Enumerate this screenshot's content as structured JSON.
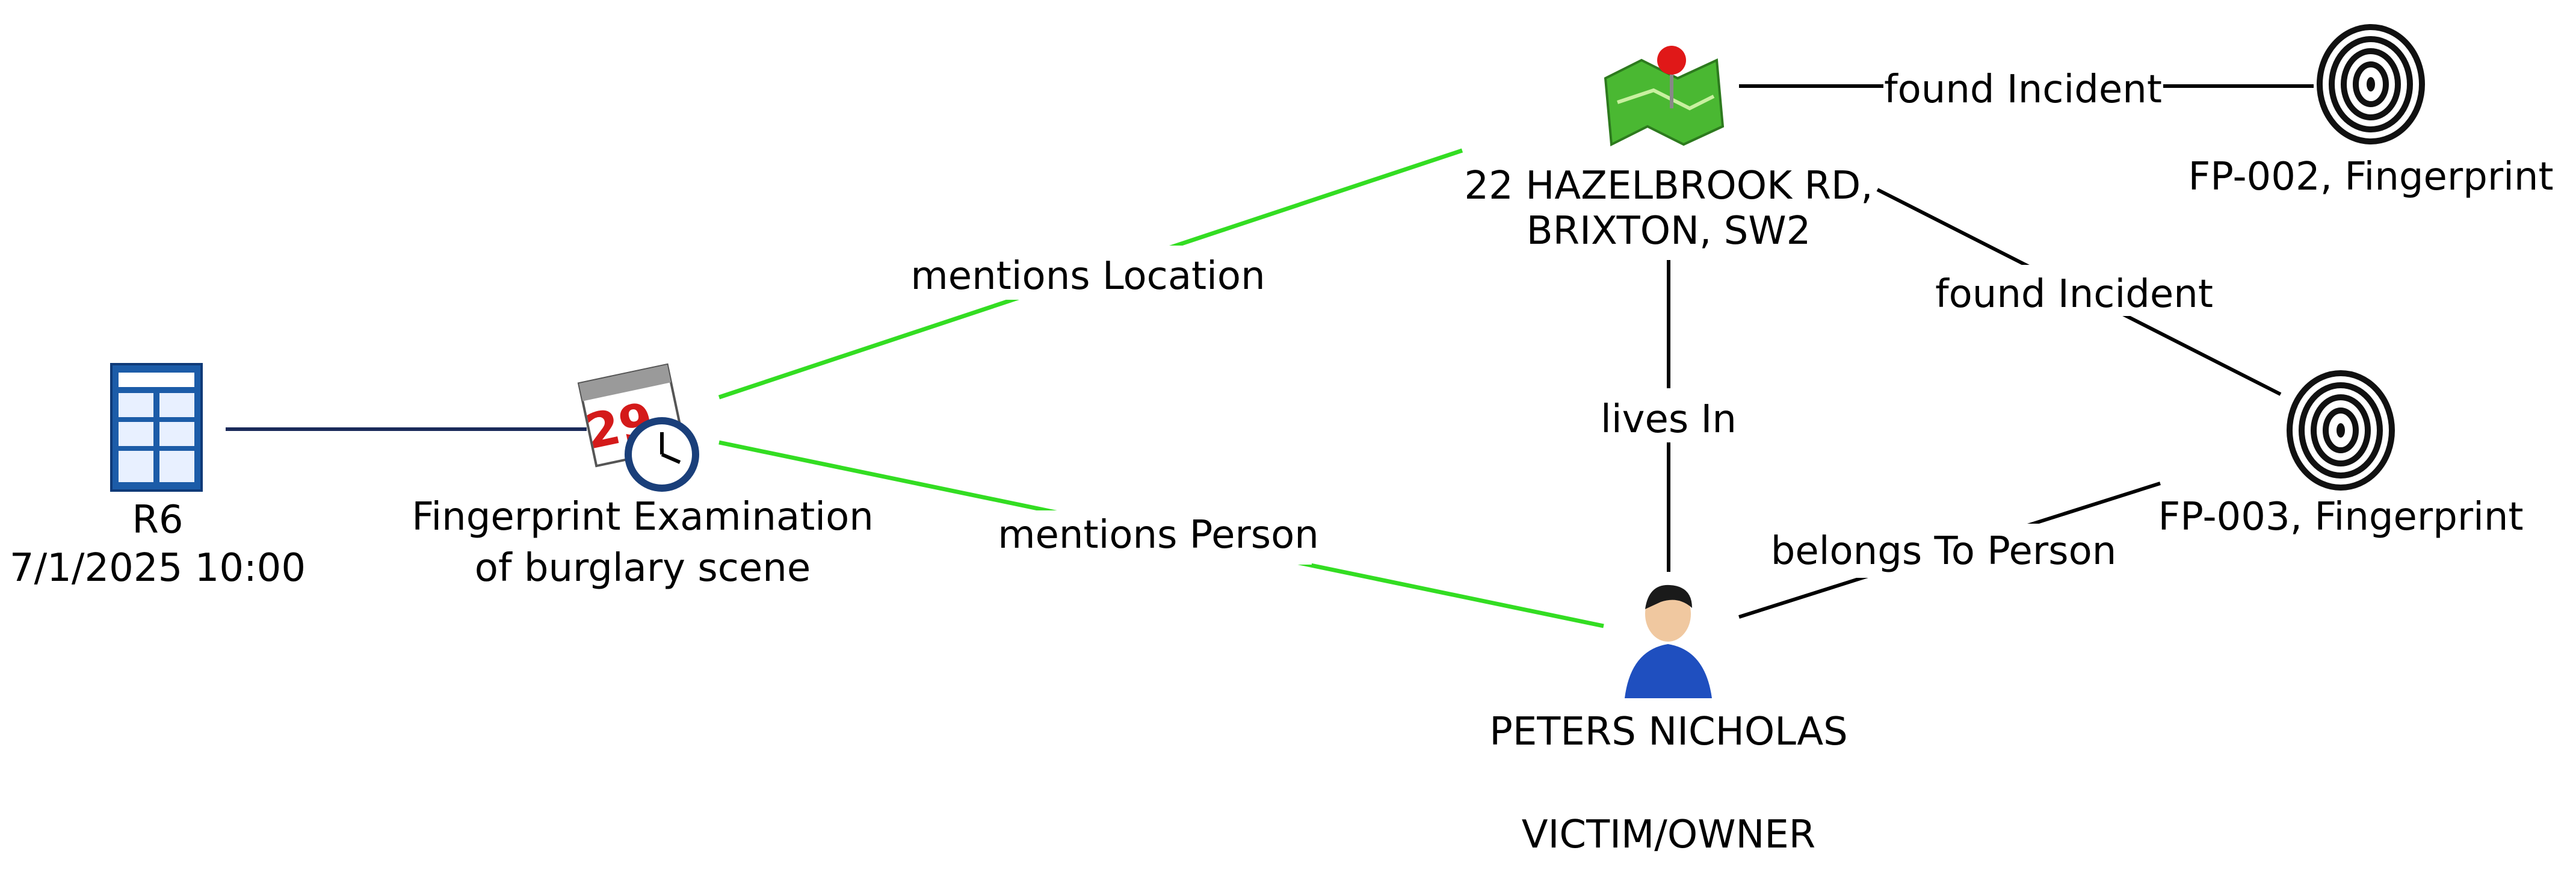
{
  "diagram": {
    "nodes": [
      {
        "id": "report",
        "type": "report",
        "icon": "report-document-icon",
        "lines": [
          "R6",
          "7/1/2025 10:00"
        ]
      },
      {
        "id": "event",
        "type": "event",
        "icon": "calendar-clock-icon",
        "calendar_number": "29",
        "lines": [
          "Fingerprint Examination",
          "of burglary scene"
        ]
      },
      {
        "id": "location",
        "type": "location",
        "icon": "map-pin-icon",
        "lines": [
          "22 HAZELBROOK RD,",
          "BRIXTON, SW2"
        ]
      },
      {
        "id": "person",
        "type": "person",
        "icon": "person-icon",
        "lines": [
          "PETERS NICHOLAS",
          "",
          "VICTIM/OWNER"
        ]
      },
      {
        "id": "fp002",
        "type": "fingerprint",
        "icon": "fingerprint-icon",
        "lines": [
          "FP-002, Fingerprint"
        ]
      },
      {
        "id": "fp003",
        "type": "fingerprint",
        "icon": "fingerprint-icon",
        "lines": [
          "FP-003, Fingerprint"
        ]
      }
    ],
    "edges": [
      {
        "from": "report",
        "to": "event",
        "label": "",
        "color": "#1a2a5a"
      },
      {
        "from": "event",
        "to": "location",
        "label": "mentions Location",
        "color": "#33dd22"
      },
      {
        "from": "event",
        "to": "person",
        "label": "mentions Person",
        "color": "#33dd22"
      },
      {
        "from": "location",
        "to": "fp002",
        "label": "found Incident",
        "color": "#000000"
      },
      {
        "from": "location",
        "to": "fp003",
        "label": "found Incident",
        "color": "#000000"
      },
      {
        "from": "location",
        "to": "person",
        "label": "lives In",
        "color": "#000000"
      },
      {
        "from": "person",
        "to": "fp003",
        "label": "belongs To Person",
        "color": "#000000"
      }
    ]
  },
  "colors": {
    "highlight_edge": "#33dd22",
    "source_edge": "#1a2a5a",
    "normal_edge": "#000000"
  }
}
